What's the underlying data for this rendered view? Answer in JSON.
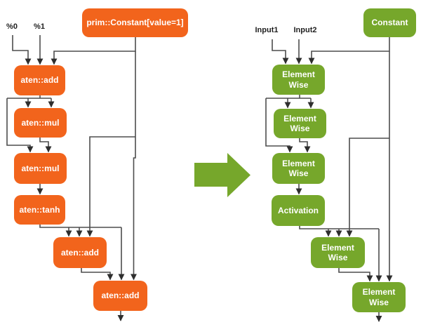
{
  "left_graph": {
    "inputs": [
      {
        "label": "%0"
      },
      {
        "label": "%1"
      }
    ],
    "nodes": [
      {
        "id": "prim-constant",
        "label": "prim::Constant[value=1]"
      },
      {
        "id": "aten-add-1",
        "label": "aten::add"
      },
      {
        "id": "aten-mul-1",
        "label": "aten::mul"
      },
      {
        "id": "aten-mul-2",
        "label": "aten::mul"
      },
      {
        "id": "aten-tanh",
        "label": "aten::tanh"
      },
      {
        "id": "aten-add-2",
        "label": "aten::add"
      },
      {
        "id": "aten-add-3",
        "label": "aten::add"
      }
    ]
  },
  "right_graph": {
    "inputs": [
      {
        "label": "Input1"
      },
      {
        "label": "Input2"
      }
    ],
    "nodes": [
      {
        "id": "constant",
        "label": "Constant"
      },
      {
        "id": "element-wise-1",
        "label": "Element Wise"
      },
      {
        "id": "element-wise-2",
        "label": "Element Wise"
      },
      {
        "id": "element-wise-3",
        "label": "Element Wise"
      },
      {
        "id": "activation",
        "label": "Activation"
      },
      {
        "id": "element-wise-4",
        "label": "Element Wise"
      },
      {
        "id": "element-wise-5",
        "label": "Element Wise"
      }
    ]
  },
  "colors": {
    "orange_node": "#F2641C",
    "green_node": "#76A72B",
    "transform_arrow": "#76A72B",
    "edge_line": "#4D4D4D",
    "arrowhead": "#2E2E2E",
    "label_text": "#1F1F1F",
    "node_text": "#FFFFFF"
  }
}
